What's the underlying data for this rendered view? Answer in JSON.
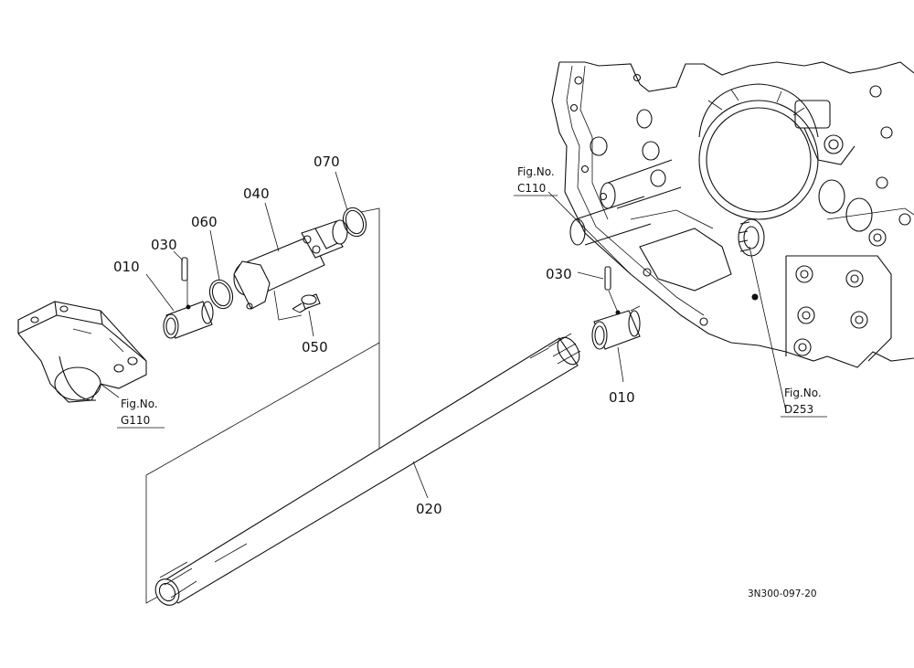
{
  "diagram": {
    "part_labels": {
      "p070": "070",
      "p040": "040",
      "p060": "060",
      "p030_left": "030",
      "p010_left": "010",
      "p050": "050",
      "p030_right": "030",
      "p010_right": "010",
      "p020": "020"
    },
    "references": {
      "g110": {
        "line1": "Fig.No.",
        "line2": "G110"
      },
      "c110": {
        "line1": "Fig.No.",
        "line2": "C110"
      },
      "d253": {
        "line1": "Fig.No.",
        "line2": "D253"
      }
    },
    "drawing_code": "3N300-097-20"
  }
}
